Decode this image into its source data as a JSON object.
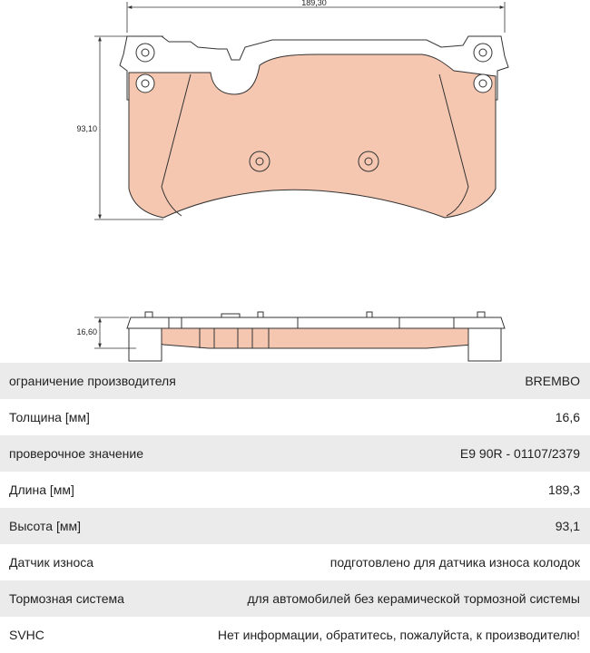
{
  "colors": {
    "pad_fill": "#f5c7b1",
    "outline": "#333333",
    "row_shade": "#ebebeb",
    "text": "#222222"
  },
  "drawing": {
    "dim_width": "189,30",
    "dim_height": "93,10",
    "dim_thickness": "16,60"
  },
  "specs": [
    {
      "label": "ограничение производителя",
      "value": "BREMBO"
    },
    {
      "label": "Толщина [мм]",
      "value": "16,6"
    },
    {
      "label": "проверочное значение",
      "value": "E9 90R - 01107/2379"
    },
    {
      "label": "Длина [мм]",
      "value": "189,3"
    },
    {
      "label": "Высота [мм]",
      "value": "93,1"
    },
    {
      "label": "Датчик износа",
      "value": "подготовлено для датчика износа колодок"
    },
    {
      "label": "Тормозная система",
      "value": "для автомобилей без керамической тормозной системы"
    },
    {
      "label": "SVHC",
      "value": "Нет информации, обратитесь, пожалуйста, к производителю!"
    }
  ]
}
